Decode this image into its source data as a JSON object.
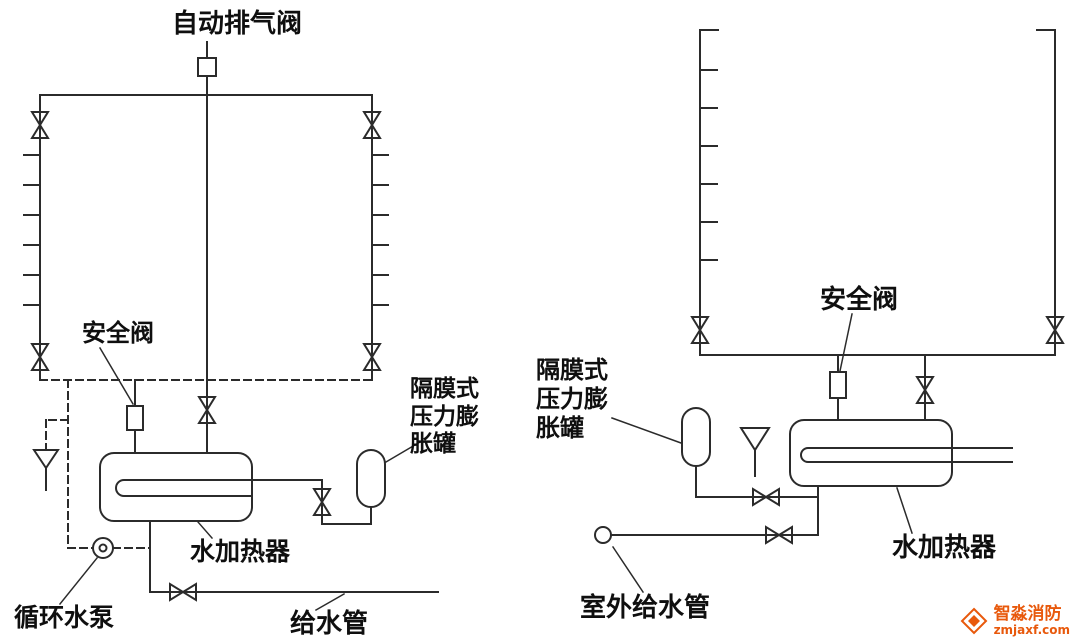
{
  "left_diagram": {
    "labels": {
      "auto_exhaust_valve": "自动排气阀",
      "safety_valve": "安全阀",
      "expansion_tank": [
        "隔膜式",
        "压力膨",
        "胀罐"
      ],
      "water_heater": "水加热器",
      "circulation_pump": "循环水泵",
      "supply_pipe": "给水管"
    }
  },
  "right_diagram": {
    "labels": {
      "safety_valve": "安全阀",
      "expansion_tank": [
        "隔膜式",
        "压力膨",
        "胀罐"
      ],
      "water_heater": "水加热器",
      "outdoor_supply_pipe": "室外给水管"
    }
  },
  "watermark": {
    "brand": "智淼消防",
    "domain": "zmjaxf.com",
    "color": "#e8590c"
  },
  "colors": {
    "line": "#2b2b2b",
    "text": "#0f0f0f"
  }
}
